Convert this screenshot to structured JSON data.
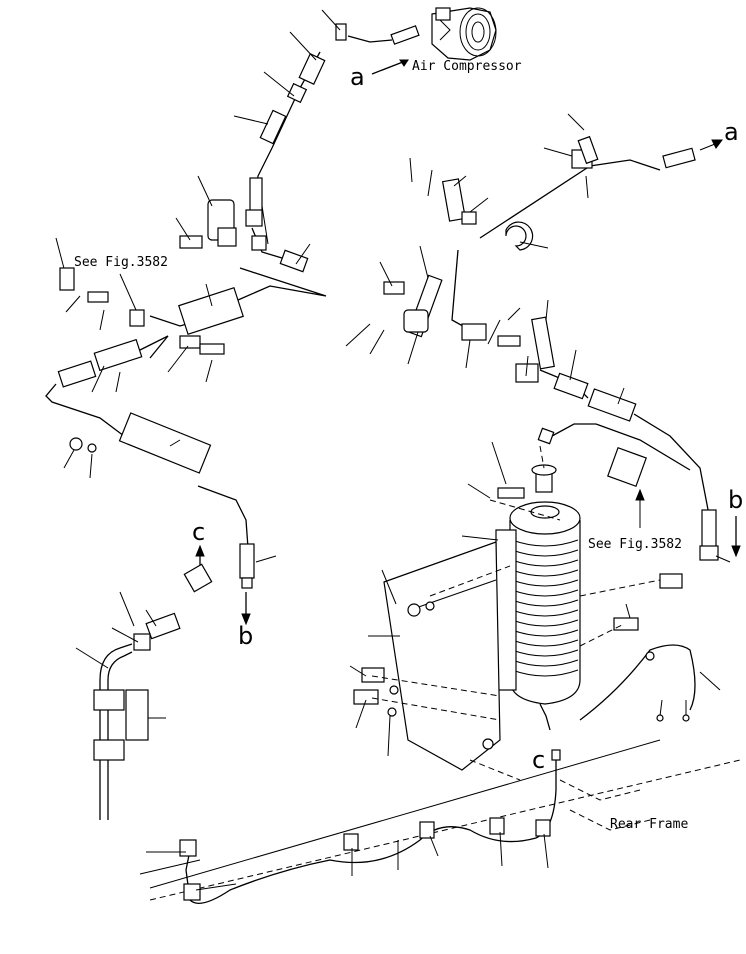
{
  "labels": {
    "air_compressor": "Air Compressor",
    "see_fig_left": "See Fig.3582",
    "see_fig_right": "See Fig.3582",
    "rear_frame": "Rear Frame"
  },
  "markers": {
    "a_top": "a",
    "a_right": "a",
    "b_left": "b",
    "b_right": "b",
    "c_left": "c",
    "c_bottom": "c"
  }
}
